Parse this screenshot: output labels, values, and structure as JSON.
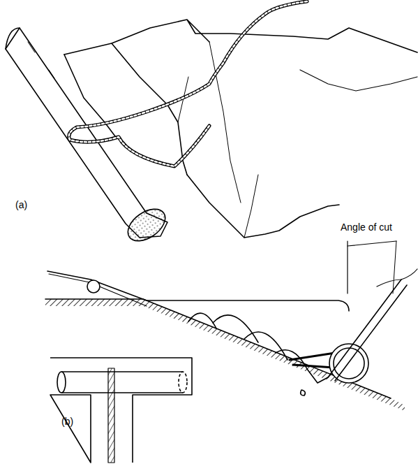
{
  "diagram": {
    "labels": [
      "(a)",
      "Angle of cut",
      "(b)"
    ]
  }
}
